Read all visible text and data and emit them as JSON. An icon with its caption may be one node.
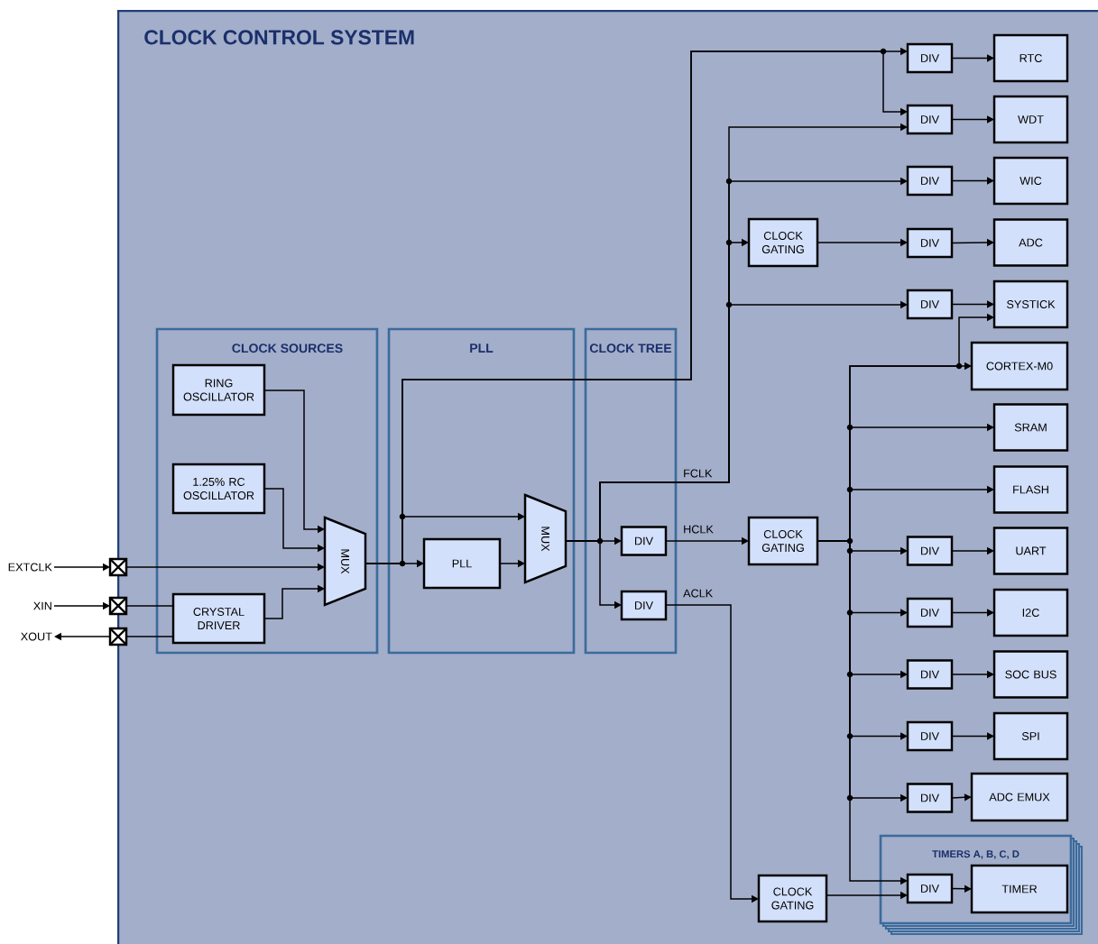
{
  "diagram": {
    "nodes": [
      {
        "text": [
          "CLOCK CONTROL SYSTEM"
        ]
      },
      {
        "text": [
          "CLOCK SOURCES"
        ],
        "in": 0
      },
      {
        "text": [
          "RING OSCILLATOR"
        ],
        "in": 1
      },
      {
        "text": [
          "1.25% RC OSCILLATOR"
        ],
        "in": 1
      },
      {
        "text": [
          "CRYSTAL DRIVER"
        ],
        "in": 1
      },
      {
        "text": [
          "MUX"
        ],
        "in": 1
      },
      {
        "text": [
          "PLL"
        ],
        "in": 0
      },
      {
        "text": [
          "PLL"
        ],
        "in": 6
      },
      {
        "text": [
          "MUX"
        ],
        "in": 6
      },
      {
        "text": [
          "CLOCK TREE"
        ],
        "in": 0
      },
      {
        "text": [
          "DIV"
        ],
        "in": 9
      },
      {
        "text": [
          "DIV"
        ],
        "in": 9
      },
      {
        "text": [
          "EXTCLK"
        ]
      },
      {
        "text": [
          "XIN"
        ]
      },
      {
        "text": [
          "XOUT"
        ]
      },
      {
        "text": [],
        "shape": "box"
      },
      {
        "text": [],
        "shape": "box"
      },
      {
        "text": [],
        "shape": "box"
      },
      {
        "text": [
          "DIV"
        ],
        "in": 0
      },
      {
        "text": [
          "RTC"
        ],
        "in": 0
      },
      {
        "text": [
          "DIV"
        ],
        "in": 0
      },
      {
        "text": [
          "WDT"
        ],
        "in": 0
      },
      {
        "text": [
          "DIV"
        ],
        "in": 0
      },
      {
        "text": [
          "WIC"
        ],
        "in": 0
      },
      {
        "text": [
          "CLOCK GATING"
        ],
        "in": 0
      },
      {
        "text": [
          "DIV"
        ],
        "in": 0
      },
      {
        "text": [
          "ADC"
        ],
        "in": 0
      },
      {
        "text": [
          "DIV"
        ],
        "in": 0
      },
      {
        "text": [
          "SYSTICK"
        ],
        "in": 0
      },
      {
        "text": [
          "CORTEX-M0"
        ],
        "in": 0
      },
      {
        "text": [
          "SRAM"
        ],
        "in": 0
      },
      {
        "text": [
          "FLASH"
        ],
        "in": 0
      },
      {
        "text": [
          "CLOCK GATING"
        ],
        "in": 0
      },
      {
        "text": [
          "DIV"
        ],
        "in": 0
      },
      {
        "text": [
          "UART"
        ],
        "in": 0
      },
      {
        "text": [
          "DIV"
        ],
        "in": 0
      },
      {
        "text": [
          "I2C"
        ],
        "in": 0
      },
      {
        "text": [
          "DIV"
        ],
        "in": 0
      },
      {
        "text": [
          "SOC BUS"
        ],
        "in": 0
      },
      {
        "text": [
          "DIV"
        ],
        "in": 0
      },
      {
        "text": [
          "SPI"
        ],
        "in": 0
      },
      {
        "text": [
          "DIV"
        ],
        "in": 0
      },
      {
        "text": [
          "ADC EMUX"
        ],
        "in": 0
      },
      {
        "text": [
          "TIMERS A, B, C, D"
        ],
        "in": 0
      },
      {
        "text": [
          "DIV"
        ],
        "in": 43
      },
      {
        "text": [
          "TIMER"
        ],
        "in": 43
      },
      {
        "text": [
          "CLOCK GATING"
        ],
        "in": 0
      }
    ],
    "edges": [
      {
        "from": 12,
        "to": 15,
        "arrow": "to"
      },
      {
        "from": 15,
        "to": 5,
        "arrow": "to"
      },
      {
        "from": 13,
        "to": 16,
        "arrow": "to"
      },
      {
        "from": 16,
        "to": 4,
        "arrow": "none"
      },
      {
        "from": 4,
        "to": 17,
        "arrow": "none"
      },
      {
        "from": 17,
        "to": 14,
        "arrow": "to"
      },
      {
        "from": 2,
        "to": 5,
        "arrow": "to"
      },
      {
        "from": 3,
        "to": 5,
        "arrow": "to"
      },
      {
        "from": 4,
        "to": 5,
        "arrow": "to"
      },
      {
        "from": 5,
        "to": 7,
        "arrow": "to"
      },
      {
        "from": 5,
        "to": 8,
        "arrow": "to"
      },
      {
        "from": 5,
        "to": 18,
        "arrow": "to"
      },
      {
        "from": 5,
        "to": 20,
        "arrow": "to"
      },
      {
        "from": 7,
        "to": 8,
        "arrow": "to"
      },
      {
        "from": 8,
        "to": 10,
        "arrow": "to"
      },
      {
        "from": 8,
        "to": 11,
        "arrow": "to"
      },
      {
        "from": 8,
        "to": 20,
        "arrow": "to",
        "label": "FCLK"
      },
      {
        "from": 8,
        "to": 22,
        "arrow": "to"
      },
      {
        "from": 8,
        "to": 24,
        "arrow": "to"
      },
      {
        "from": 8,
        "to": 27,
        "arrow": "to"
      },
      {
        "from": 10,
        "to": 32,
        "arrow": "to",
        "label": "HCLK"
      },
      {
        "from": 11,
        "to": 46,
        "arrow": "to",
        "label": "ACLK"
      },
      {
        "from": 18,
        "to": 19,
        "arrow": "to"
      },
      {
        "from": 20,
        "to": 21,
        "arrow": "to"
      },
      {
        "from": 22,
        "to": 23,
        "arrow": "to"
      },
      {
        "from": 25,
        "to": 26,
        "arrow": "to"
      },
      {
        "from": 27,
        "to": 28,
        "arrow": "to"
      },
      {
        "from": 33,
        "to": 34,
        "arrow": "to"
      },
      {
        "from": 35,
        "to": 36,
        "arrow": "to"
      },
      {
        "from": 37,
        "to": 38,
        "arrow": "to"
      },
      {
        "from": 39,
        "to": 40,
        "arrow": "to"
      },
      {
        "from": 41,
        "to": 42,
        "arrow": "to"
      },
      {
        "from": 44,
        "to": 45,
        "arrow": "to"
      },
      {
        "from": 24,
        "to": 25,
        "arrow": "to"
      },
      {
        "from": 32,
        "to": 29,
        "arrow": "to"
      },
      {
        "from": 32,
        "to": 28,
        "arrow": "to"
      },
      {
        "from": 32,
        "to": 30,
        "arrow": "to"
      },
      {
        "from": 32,
        "to": 31,
        "arrow": "to"
      },
      {
        "from": 32,
        "to": 33,
        "arrow": "to"
      },
      {
        "from": 32,
        "to": 35,
        "arrow": "to"
      },
      {
        "from": 32,
        "to": 37,
        "arrow": "to"
      },
      {
        "from": 32,
        "to": 39,
        "arrow": "to"
      },
      {
        "from": 32,
        "to": 41,
        "arrow": "to"
      },
      {
        "from": 32,
        "to": 44,
        "arrow": "to"
      },
      {
        "from": 46,
        "to": 44,
        "arrow": "to"
      }
    ]
  }
}
